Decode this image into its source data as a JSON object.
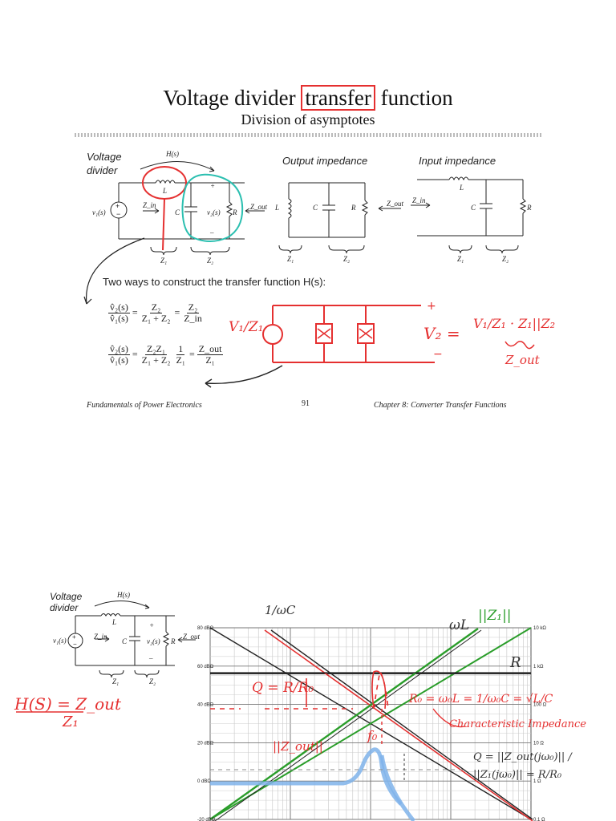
{
  "slide": {
    "title_pre": "Voltage divider",
    "title_highlight": "transfer",
    "title_post": "function",
    "subtitle": "Division of asymptotes",
    "voltage_divider_label_1": "Voltage",
    "voltage_divider_label_2": "divider",
    "output_impedance_label": "Output impedance",
    "input_impedance_label": "Input impedance",
    "two_ways_text": "Two ways to construct the transfer function H(s):",
    "footer_left": "Fundamentals of Power Electronics",
    "page_number": "91",
    "footer_right": "Chapter 8: Converter Transfer Functions"
  },
  "circuit_labels": {
    "hs": "H(s)",
    "L": "L",
    "C": "C",
    "R": "R",
    "v1": "v₁(s)",
    "v2": "v₂(s)",
    "zin": "Z_in",
    "zout": "Z_out",
    "z1": "Z₁",
    "z2": "Z₂",
    "plus": "+",
    "minus": "–"
  },
  "equations": {
    "eq1_lhs_num": "v̂₂(s)",
    "eq1_lhs_den": "v̂₁(s)",
    "eq1_mid_num": "Z₂",
    "eq1_mid_den": "Z₁ + Z₂",
    "eq1_rhs_num": "Z₂",
    "eq1_rhs_den": "Z_in",
    "eq2_lhs_num": "v̂₂(s)",
    "eq2_lhs_den": "v̂₁(s)",
    "eq2_mid_num": "Z₂Z₁",
    "eq2_mid_den": "Z₁ + Z₂",
    "eq2_k_num": "1",
    "eq2_k_den": "Z₁",
    "eq2_rhs_num": "Z_out",
    "eq2_rhs_den": "Z₁"
  },
  "annotations_top": {
    "v1_over_z1": "V₁/Z₁",
    "v2_eq": "V₂ =",
    "rhs": "V₁/Z₁ · Z₁||Z₂",
    "z_out": "Z_out"
  },
  "bottom_panel": {
    "voltage_label_1": "Voltage",
    "voltage_label_2": "divider",
    "hs": "H(s)",
    "hs_eq_num": "H(S) = Z_out",
    "hs_eq_den": "Z₁"
  },
  "bode_annotations": {
    "one_over_wc": "1/ωC",
    "wl": "ωL",
    "z1_mag": "||Z₁||",
    "r_label": "R",
    "q_eq": "Q = R/R₀",
    "r0_eq": "R₀ = ω₀L = 1/ω₀C = √L/C",
    "char_imp": "Characteristic Impedance",
    "zout_mag": "||Z_out||",
    "f0": "f₀",
    "q_ratio": "Q = ||Z_out(jω₀)|| / ||Z₁(jω₀)|| = R/R₀"
  },
  "chart_data": {
    "type": "line",
    "title": "",
    "xlabel": "",
    "ylabel": "",
    "x_scale": "log",
    "y_left_ticks": [
      "80 dBΩ",
      "60 dBΩ",
      "40 dBΩ",
      "20 dBΩ",
      "0 dBΩ",
      "-20 dBΩ"
    ],
    "y_right_ticks": [
      "10 kΩ",
      "1 kΩ",
      "100 Ω",
      "10 Ω",
      "1 Ω",
      "0.1 Ω"
    ],
    "ylim_db": [
      -20,
      80
    ],
    "grid": true,
    "series": [
      {
        "name": "1/ωC",
        "color": "#222222",
        "points_db": [
          [
            0,
            80
          ],
          [
            1,
            -20
          ]
        ]
      },
      {
        "name": "ωL",
        "color": "#2a9d2a",
        "points_db": [
          [
            0,
            -20
          ],
          [
            1,
            80
          ]
        ]
      },
      {
        "name": "R",
        "color": "#222222",
        "points_db": [
          [
            0,
            56
          ],
          [
            1,
            56
          ]
        ]
      }
    ],
    "colors": {
      "red": "#e53030",
      "green": "#2a9d2a",
      "blue": "#7fb3ea",
      "teal": "#2bbfb0",
      "black": "#222222"
    }
  }
}
